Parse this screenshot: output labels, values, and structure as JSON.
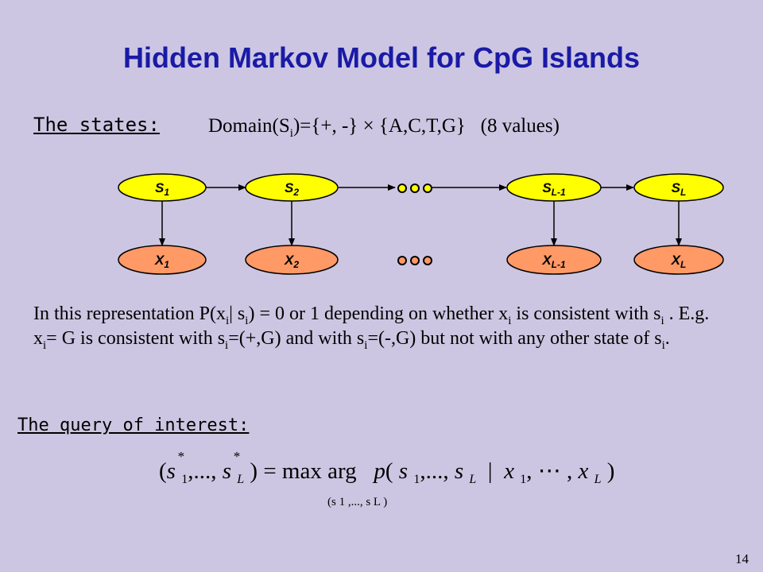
{
  "title": "Hidden Markov Model for CpG Islands",
  "states_section": {
    "label": "The states:",
    "domain_prefix": "Domain(S",
    "domain_sub": "i",
    "domain_mid": ")={+, -} ",
    "times_symbol": "×",
    "domain_suffix": " {A,C,T,G}",
    "values_note": "(8 values)"
  },
  "diagram": {
    "hidden_nodes": [
      {
        "label": "S",
        "sub": "1"
      },
      {
        "label": "S",
        "sub": "2"
      },
      {
        "label": "S",
        "sub": "L-1"
      },
      {
        "label": "S",
        "sub": "L"
      }
    ],
    "observed_nodes": [
      {
        "label": "X",
        "sub": "1"
      },
      {
        "label": "X",
        "sub": "2"
      },
      {
        "label": "X",
        "sub": "L-1"
      },
      {
        "label": "X",
        "sub": "L"
      }
    ],
    "colors": {
      "hidden": "#ffff00",
      "observed": "#ff9966",
      "edge": "#000000",
      "dots_fill": "#ffff00"
    }
  },
  "paragraph": {
    "p1": "In this representation P(x",
    "p1s1": "i",
    "p2": "| s",
    "p2s1": "i",
    "p3": ") = 0 or 1 depending on whether x",
    "p3s1": "i",
    "p4": " is consistent  with s",
    "p4s1": "i",
    "p5": " .  E.g.  x",
    "p5s1": "i",
    "p6": "= G is consistent  with s",
    "p6s1": "i",
    "p7": "=(+,G) and with s",
    "p7s1": "i",
    "p8": "=(-,G)  but not with any other state of s",
    "p8s1": "i",
    "p9": "."
  },
  "query_section": {
    "label": "The query of interest:",
    "formula": {
      "open": "(",
      "s": "s",
      "star": "*",
      "sub1": "1",
      "dots": ",...,",
      "subL": "L",
      "close_eq": ") = max arg",
      "p": "p",
      "paren_open": "(",
      "given": "|",
      "x": "x",
      "cdots": ", ⋯ ,",
      "comma": ",",
      "paren_close": ")"
    },
    "arg_under": "(s 1 ,..., s L )"
  },
  "page_number": "14"
}
